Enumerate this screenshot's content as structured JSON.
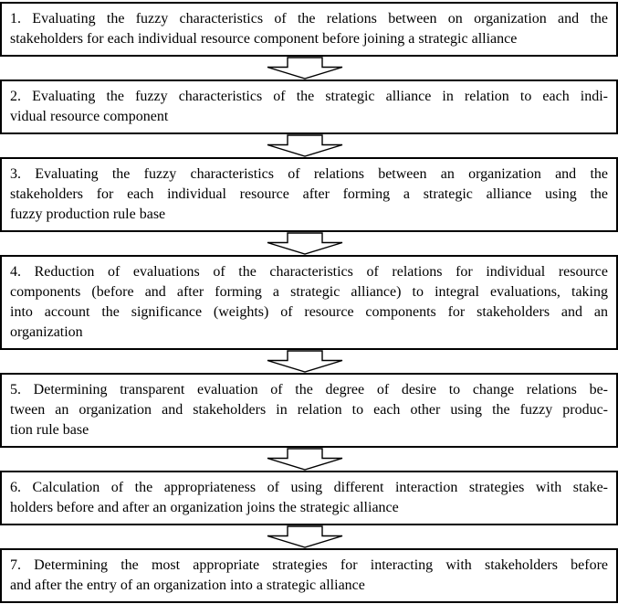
{
  "figure": {
    "type": "flowchart",
    "orientation": "vertical",
    "colors": {
      "background": "#ffffff",
      "box_border": "#000000",
      "text": "#000000",
      "arrow_fill": "#ffffff",
      "arrow_outline": "#000000"
    },
    "connector_icon": "down-block-arrow"
  },
  "steps": [
    {
      "number": "1",
      "lines": [
        "1. Evaluating the fuzzy characteristics of the relations between on organization and the",
        "stakeholders for each individual resource component before joining a strategic alliance"
      ]
    },
    {
      "number": "2",
      "lines": [
        "2. Evaluating the fuzzy characteristics of the strategic alliance in relation to each indi-",
        "vidual resource component"
      ]
    },
    {
      "number": "3",
      "lines": [
        "3. Evaluating the fuzzy characteristics of relations between an organization and the",
        "stakeholders for each individual resource after forming a strategic alliance using the",
        "fuzzy production rule base"
      ]
    },
    {
      "number": "4",
      "lines": [
        "4. Reduction of evaluations of the characteristics of relations for individual resource",
        "components (before and after forming a strategic alliance) to integral evaluations, taking",
        "into account the significance (weights) of resource components for stakeholders and an",
        "organization"
      ]
    },
    {
      "number": "5",
      "lines": [
        "5. Determining transparent evaluation of the degree of desire to change relations be-",
        "tween an organization and stakeholders in relation to each other using the fuzzy produc-",
        "tion rule base"
      ]
    },
    {
      "number": "6",
      "lines": [
        "6. Calculation of the appropriateness of using different interaction strategies with stake-",
        "holders before and after an organization joins the strategic alliance"
      ]
    },
    {
      "number": "7",
      "lines": [
        "7. Determining the most appropriate strategies for interacting with stakeholders before",
        "and after the entry of an organization into a strategic alliance"
      ]
    }
  ]
}
